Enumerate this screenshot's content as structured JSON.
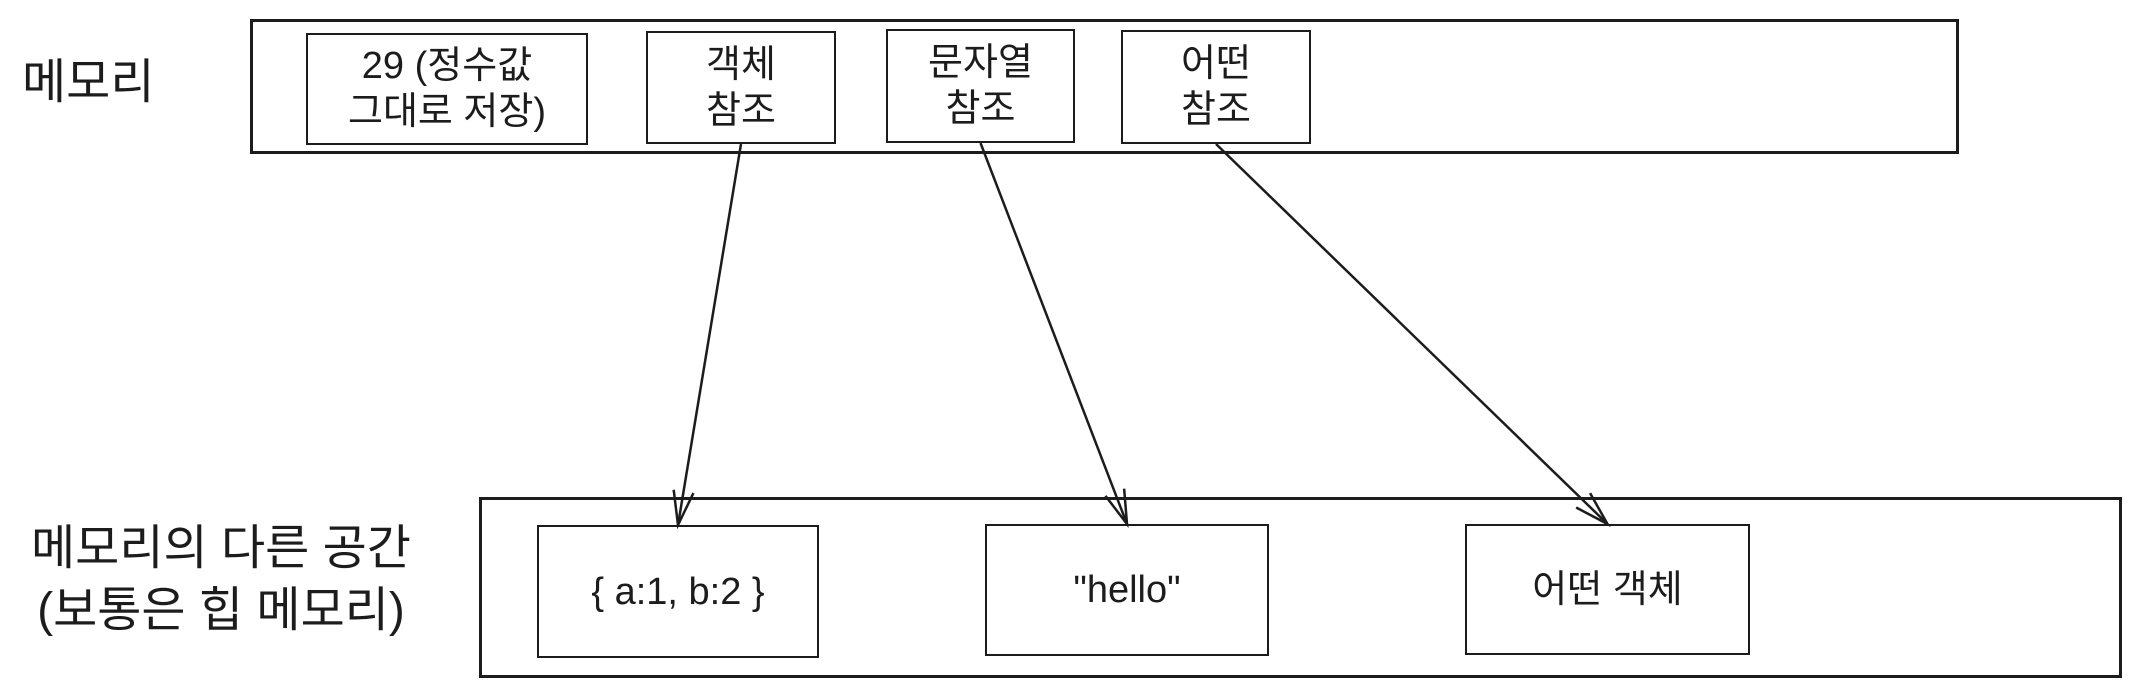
{
  "labels": {
    "memory": "메모리",
    "heap_line1": "메모리의 다른 공간",
    "heap_line2": "(보통은 힙 메모리)"
  },
  "memory_row": {
    "cells": [
      {
        "id": "int-value",
        "label": "29 (정수값\n그대로 저장)"
      },
      {
        "id": "object-ref",
        "label": "객체\n참조"
      },
      {
        "id": "string-ref",
        "label": "문자열\n참조"
      },
      {
        "id": "some-ref",
        "label": "어떤\n참조"
      }
    ]
  },
  "heap_row": {
    "cells": [
      {
        "id": "object-value",
        "label": "{ a:1, b:2 }"
      },
      {
        "id": "string-value",
        "label": "\"hello\""
      },
      {
        "id": "some-object",
        "label": "어떤 객체"
      }
    ]
  },
  "connections": [
    {
      "from": "object-ref",
      "to": "object-value"
    },
    {
      "from": "string-ref",
      "to": "string-value"
    },
    {
      "from": "some-ref",
      "to": "some-object"
    }
  ],
  "colors": {
    "line": "#1c1c1c",
    "text": "#1c1c1c",
    "background": "#ffffff"
  }
}
